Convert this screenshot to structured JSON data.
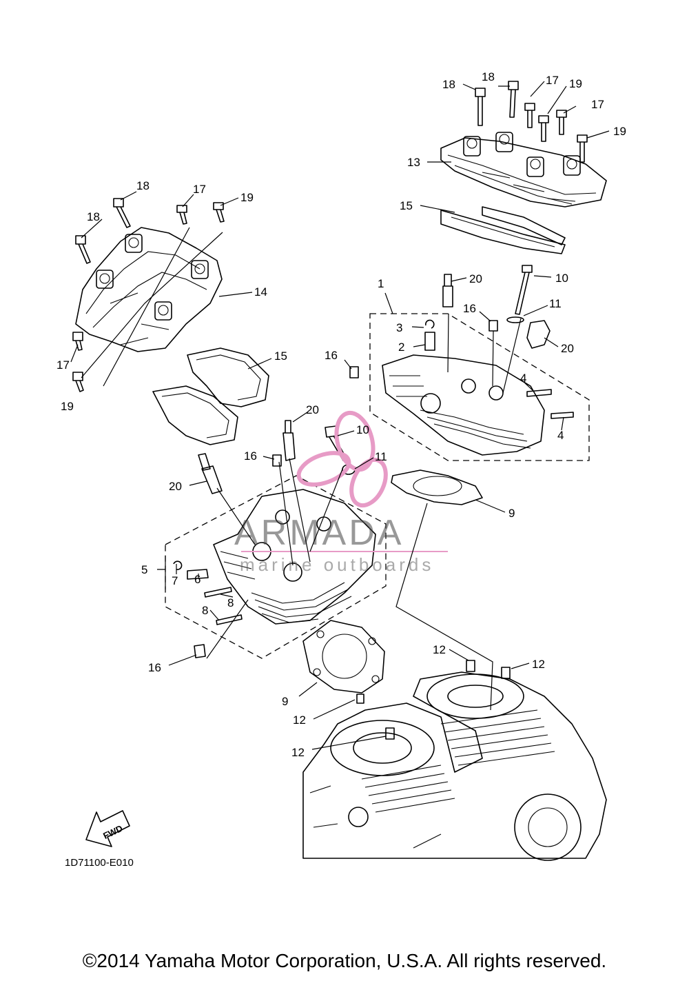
{
  "diagram_code": "1D71100-E010",
  "fwd_label": "FWD",
  "watermark": {
    "brand": "ARMADA",
    "subtitle": "marine outboards",
    "accent_color": "#e79bc6"
  },
  "copyright": "©2014 Yamaha Motor Corporation, U.S.A. All rights reserved.",
  "callouts": {
    "c18a": "18",
    "c18b": "18",
    "c17a": "17",
    "c19a": "19",
    "c17b": "17",
    "c19b": "19",
    "c13": "13",
    "c15a": "15",
    "c18c": "18",
    "c17c": "17",
    "c19c": "19",
    "c18d": "18",
    "c14": "14",
    "c17d": "17",
    "c19d": "19",
    "c15b": "15",
    "c1": "1",
    "c20a": "20",
    "c10a": "10",
    "c11a": "11",
    "c3": "3",
    "c16a": "16",
    "c2": "2",
    "c20b": "20",
    "c16b": "16",
    "c4a": "4",
    "c4b": "4",
    "c20c": "20",
    "c10b": "10",
    "c16c": "16",
    "c11b": "11",
    "c20d": "20",
    "c9a": "9",
    "c5": "5",
    "c7": "7",
    "c6": "6",
    "c8a": "8",
    "c8b": "8",
    "c16d": "16",
    "c9b": "9",
    "c12a": "12",
    "c12b": "12",
    "c12c": "12",
    "c12d": "12"
  }
}
